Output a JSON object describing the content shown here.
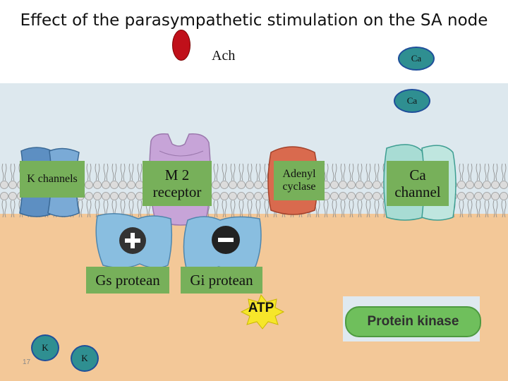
{
  "title": "Effect of the parasympathetic stimulation on the SA node",
  "ach_label": "Ach",
  "ions": {
    "ca_top": "Ca",
    "ca_mid": "Ca",
    "k_left": "K",
    "k_right": "K"
  },
  "labels": {
    "k_channels": "K channels",
    "m2_receptor": "M 2 receptor",
    "adenyl_cyclase": "Adenyl cyclase",
    "ca_channel": "Ca channel",
    "gs_protein": "Gs protean",
    "gi_protein": "Gi protean",
    "atp": "ATP",
    "protein_kinase": "Protein kinase"
  },
  "page_number": "17",
  "colors": {
    "ion_fill": "#2f8f91",
    "ion_border": "#1f4f9a",
    "label_green": "#77b05a",
    "cytoplasm": "#f3c898",
    "ach": "#c0101a"
  }
}
